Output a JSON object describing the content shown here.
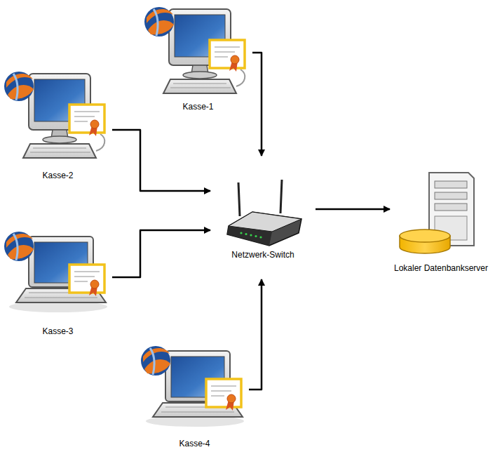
{
  "diagram": {
    "nodes": [
      {
        "text": [
          "Kasse-1"
        ]
      },
      {
        "text": [
          "Kasse-2"
        ]
      },
      {
        "text": [
          "Kasse-3"
        ]
      },
      {
        "text": [
          "Kasse-4"
        ]
      },
      {
        "text": [
          "Netzwerk-Switch"
        ]
      },
      {
        "text": [
          "Lokaler Datenbankserver"
        ]
      }
    ],
    "edges": [
      {
        "from": 0,
        "to": 4,
        "arrow": "to"
      },
      {
        "from": 1,
        "to": 4,
        "arrow": "to"
      },
      {
        "from": 2,
        "to": 4,
        "arrow": "to"
      },
      {
        "from": 3,
        "to": 4,
        "arrow": "to"
      },
      {
        "from": 4,
        "to": 5,
        "arrow": "to"
      }
    ]
  }
}
